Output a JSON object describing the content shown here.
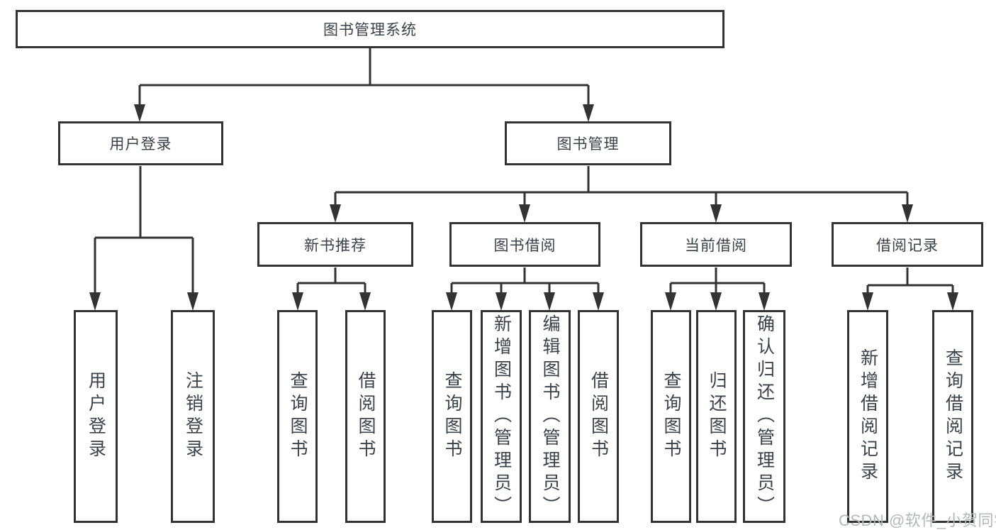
{
  "root": {
    "label": "图书管理系统"
  },
  "level2": [
    {
      "label": "用户登录"
    },
    {
      "label": "图书管理"
    }
  ],
  "level3": [
    {
      "label": "新书推荐"
    },
    {
      "label": "图书借阅"
    },
    {
      "label": "当前借阅"
    },
    {
      "label": "借阅记录"
    }
  ],
  "leaves": [
    {
      "label": "用户登录"
    },
    {
      "label": "注销登录"
    },
    {
      "label": "查询图书"
    },
    {
      "label": "借阅图书"
    },
    {
      "label": "查询图书"
    },
    {
      "label": "新增图书（管理员）"
    },
    {
      "label": "编辑图书（管理员）"
    },
    {
      "label": "借阅图书"
    },
    {
      "label": "查询图书"
    },
    {
      "label": "归还图书"
    },
    {
      "label": "确认归还（管理员）"
    },
    {
      "label": "新增借阅记录"
    },
    {
      "label": "查询借阅记录"
    }
  ],
  "watermark": {
    "text": "CSDN @软件_小贺同学"
  },
  "colors": {
    "line": "#333333",
    "text": "#3b4149",
    "watermark": "#b4b7ba",
    "background": "#ffffff"
  }
}
